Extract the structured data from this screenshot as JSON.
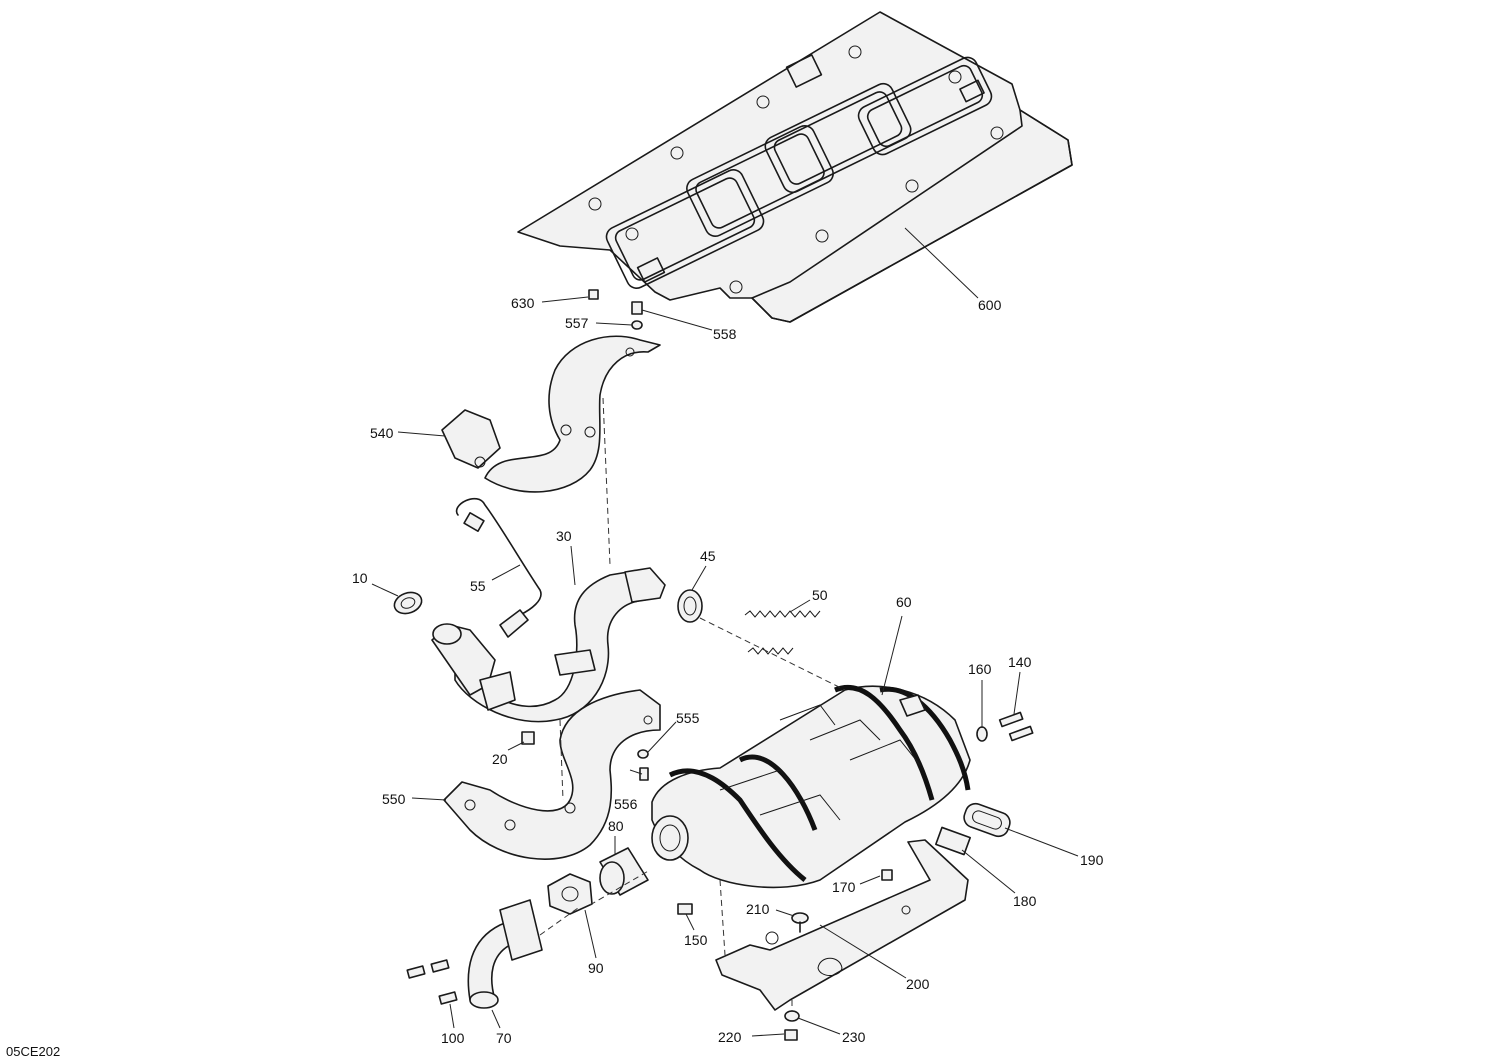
{
  "drawing": {
    "reference_code": "05CE202"
  },
  "callouts": {
    "c10": "10",
    "c20": "20",
    "c30": "30",
    "c45": "45",
    "c50": "50",
    "c55": "55",
    "c60": "60",
    "c70": "70",
    "c80": "80",
    "c90": "90",
    "c100": "100",
    "c140": "140",
    "c150": "150",
    "c160": "160",
    "c170": "170",
    "c180": "180",
    "c190": "190",
    "c200": "200",
    "c210": "210",
    "c220": "220",
    "c230": "230",
    "c540": "540",
    "c550": "550",
    "c555": "555",
    "c556": "556",
    "c557": "557",
    "c558": "558",
    "c600": "600",
    "c630": "630"
  }
}
